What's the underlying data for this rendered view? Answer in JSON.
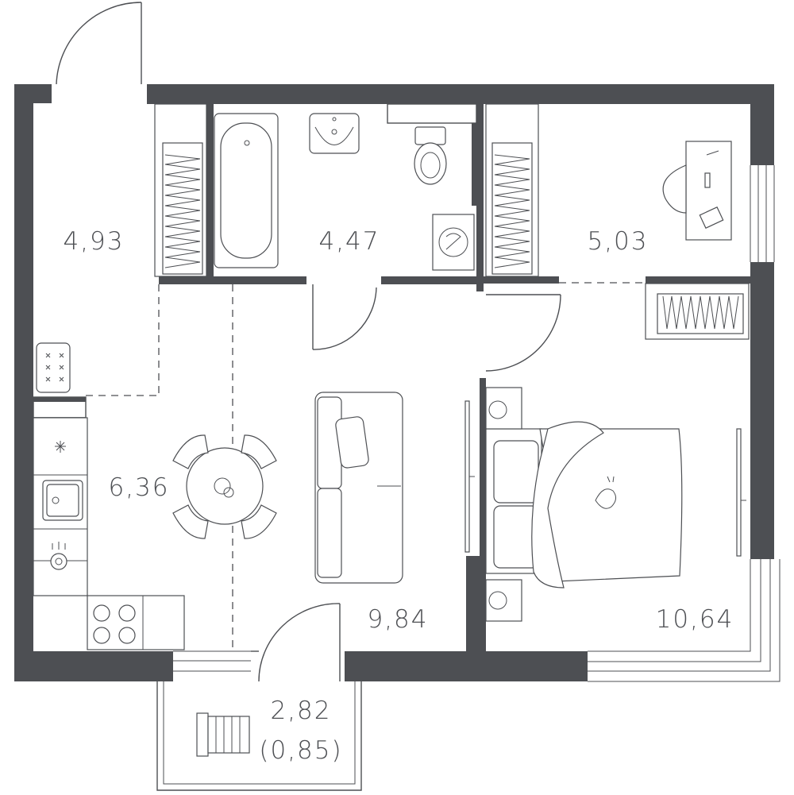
{
  "rooms": {
    "hall": {
      "area": "4,93"
    },
    "bathroom": {
      "area": "4,47"
    },
    "wardrobe": {
      "area": "5,03"
    },
    "kitchen": {
      "area": "6,36"
    },
    "living": {
      "area": "9,84"
    },
    "bedroom": {
      "area": "10,64"
    },
    "balcony": {
      "area": "2,82",
      "reduced_area": "(0,85)"
    }
  },
  "colors": {
    "wall": "#4d4f53",
    "background": "#ffffff"
  }
}
